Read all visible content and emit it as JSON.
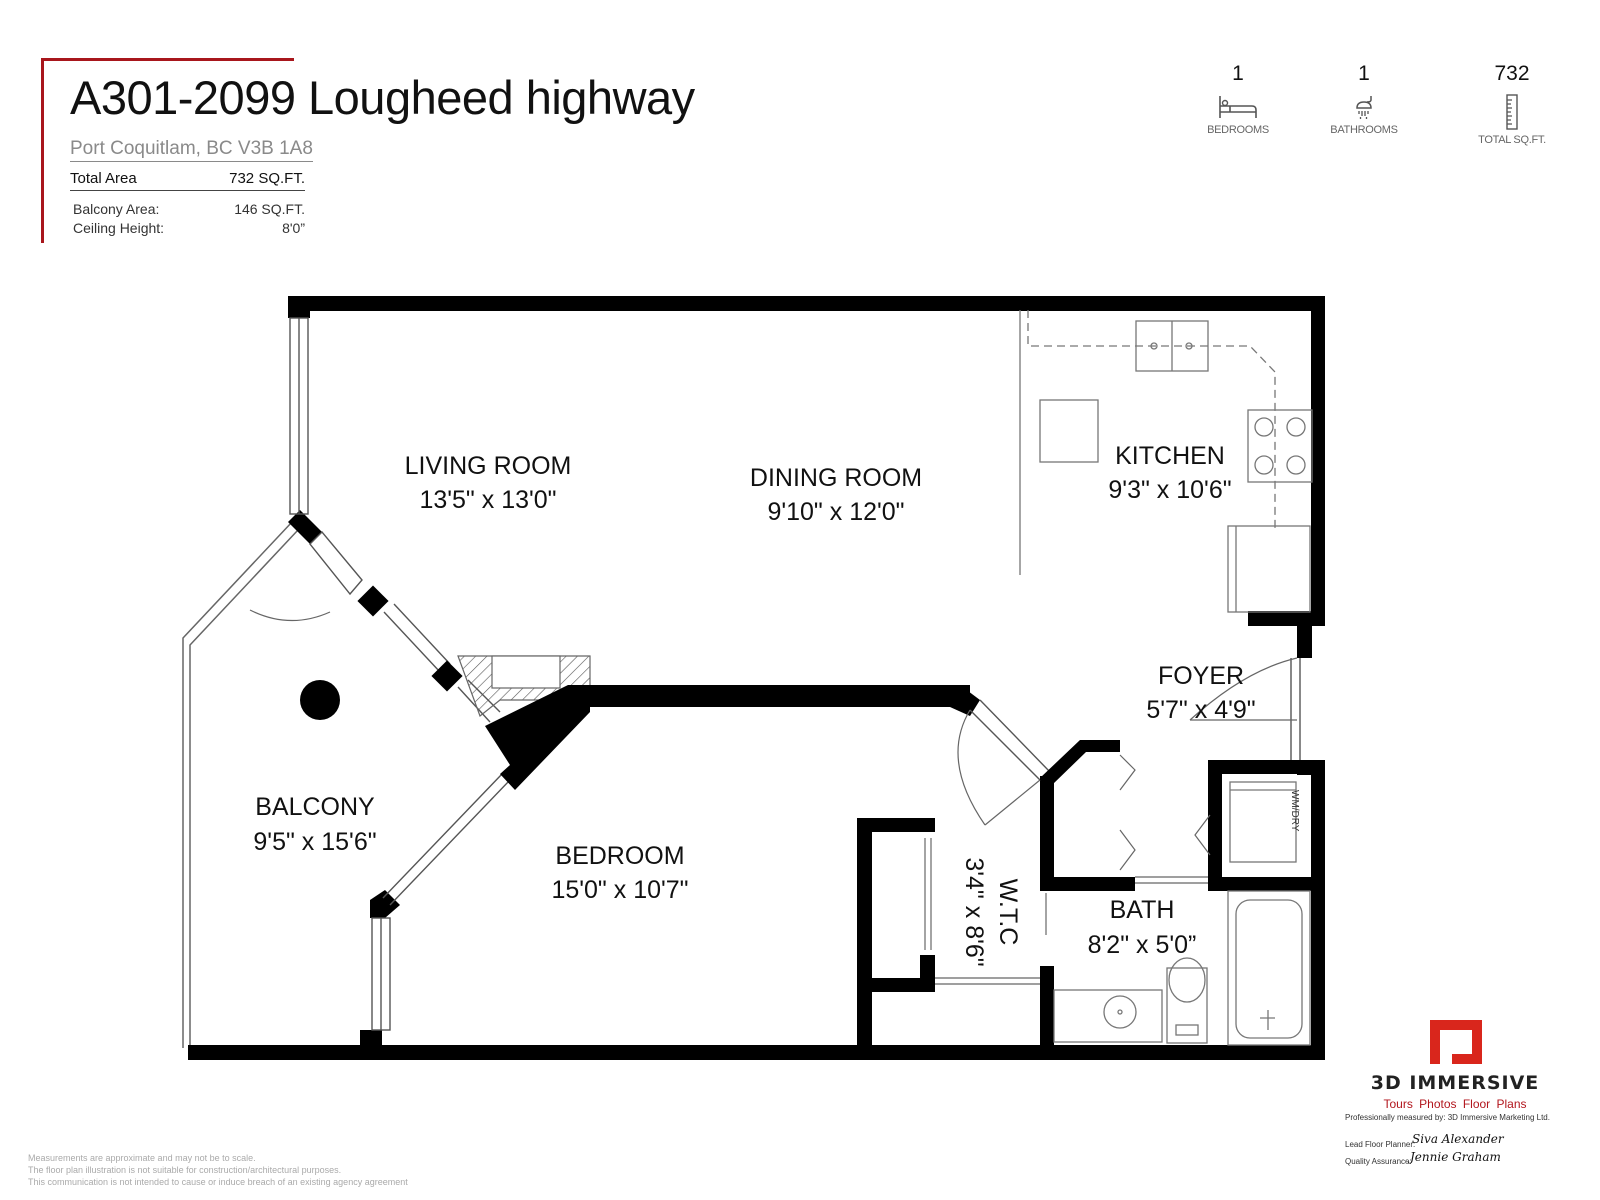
{
  "header": {
    "title": "A301-2099 Lougheed highway",
    "address": "Port Coquitlam, BC V3B 1A8",
    "total_area_label": "Total Area",
    "total_area_value": "732 SQ.FT.",
    "balcony_area_label": "Balcony Area:",
    "balcony_area_value": "146 SQ.FT.",
    "ceiling_height_label": "Ceiling Height:",
    "ceiling_height_value": "8'0”"
  },
  "stats": {
    "bedrooms_value": "1",
    "bedrooms_label": "BEDROOMS",
    "bathrooms_value": "1",
    "bathrooms_label": "BATHROOMS",
    "sqft_value": "732",
    "sqft_label": "TOTAL SQ.FT."
  },
  "rooms": {
    "living_name": "LIVING ROOM",
    "living_dims": "13'5\" x 13'0\"",
    "dining_name": "DINING ROOM",
    "dining_dims": "9'10\" x 12'0\"",
    "kitchen_name": "KITCHEN",
    "kitchen_dims": "9'3\" x 10'6\"",
    "foyer_name": "FOYER",
    "foyer_dims": "5'7\" x 4'9\"",
    "balcony_name": "BALCONY",
    "balcony_dims": "9'5\" x 15'6\"",
    "bedroom_name": "BEDROOM",
    "bedroom_dims": "15'0\" x 10'7\"",
    "wtc_name": "W.T.C",
    "wtc_dims": "3'4\" x 8'6\"",
    "bath_name": "BATH",
    "bath_dims": "8'2\" x 5'0”",
    "wmdry_label": "WM/DRY"
  },
  "branding": {
    "company": "3D IMMERSIVE",
    "tagline": "Tours  Photos  Floor Plans",
    "measured_by": "Professionally measured by: 3D Immersive Marketing Ltd.",
    "planner_label": "Lead Floor Planner:",
    "planner_signature": "Siva Alexander",
    "qa_label": "Quality Assurance:",
    "qa_signature": "Jennie Graham",
    "logo_color": "#d9261c"
  },
  "disclaimer": {
    "line1": "Measurements are approximate and may not be to scale.",
    "line2": "The floor plan illustration is not suitable for construction/architectural purposes.",
    "line3": "This communication is not intended to cause or induce breach of an existing agency agreement"
  },
  "colors": {
    "accent": "#a8161c",
    "wall": "#000000"
  }
}
